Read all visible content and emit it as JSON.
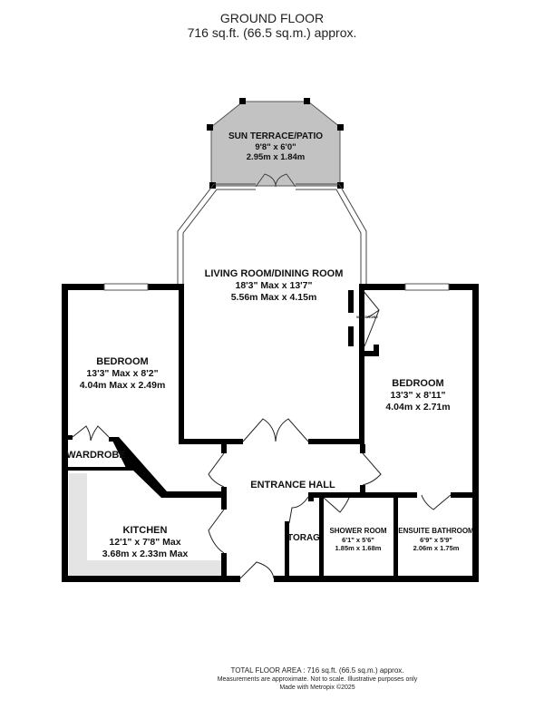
{
  "header": {
    "title": "GROUND FLOOR",
    "area": "716 sq.ft. (66.5 sq.m.) approx."
  },
  "rooms": {
    "sun_terrace": {
      "name": "SUN TERRACE/PATIO",
      "imperial": "9'8\"  x 6'0\"",
      "metric": "2.95m  x 1.84m"
    },
    "living": {
      "name": "LIVING ROOM/DINING ROOM",
      "imperial": "18'3\" Max x 13'7\"",
      "metric": "5.56m Max x 4.15m"
    },
    "bedroom1": {
      "name": "BEDROOM",
      "imperial": "13'3\" Max x 8'2\"",
      "metric": "4.04m Max x 2.49m"
    },
    "bedroom2": {
      "name": "BEDROOM",
      "imperial": "13'3\"  x 8'11\"",
      "metric": "4.04m  x 2.71m"
    },
    "wardrobe": {
      "name": "WARDROBE"
    },
    "wardrobe_small": {
      "name": "WARDROBE"
    },
    "kitchen": {
      "name": "KITCHEN",
      "imperial": "12'1\"  x 7'8\" Max",
      "metric": "3.68m  x 2.33m Max"
    },
    "hall": {
      "name": "ENTRANCE HALL"
    },
    "storage": {
      "name": "TORAG"
    },
    "shower": {
      "name": "SHOWER ROOM",
      "imperial": "6'1\"  x 5'6\"",
      "metric": "1.85m  x 1.68m"
    },
    "ensuite": {
      "name": "ENSUITE BATHROOM",
      "imperial": "6'9\"  x 5'9\"",
      "metric": "2.06m  x 1.75m"
    }
  },
  "footer": {
    "total": "TOTAL FLOOR AREA : 716 sq.ft. (66.5 sq.m.) approx.",
    "disclaimer": "Measurements are approximate.  Not to scale.  Illustrative purposes only",
    "credit": "Made with Metropix ©2025"
  },
  "colors": {
    "wall": "#000000",
    "terrace": "#c2c2c2",
    "kitchen_units": "#e4e4e4"
  }
}
